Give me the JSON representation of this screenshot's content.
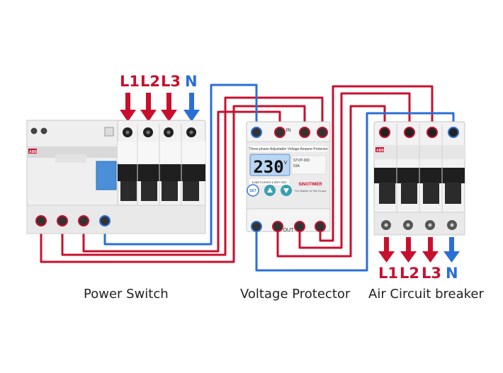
{
  "colors": {
    "line": "#c8102e",
    "neutral": "#2a6fd6",
    "device": "#f2f2f2",
    "outline": "#bdbdbd",
    "display": "#b9d6f2"
  },
  "input_labels": {
    "l1": "L1",
    "l2": "L2",
    "l3": "L3",
    "n": "N"
  },
  "output_labels": {
    "l1": "L1",
    "l2": "L2",
    "l3": "L3",
    "n": "N"
  },
  "devices": {
    "power_switch": {
      "caption": "Power  Switch",
      "brand": "ABB"
    },
    "voltage_protector": {
      "caption": "Voltage Protector",
      "header": "Three-phase Adjustable Voltage Ampere Protector",
      "brand": "SINOTIMER",
      "reading": "230",
      "unit": "V",
      "model": "STVP-930",
      "rating": "63A",
      "in_label": "IN",
      "out_label": "OUT",
      "set_label": "SET",
      "footer": "The Master of Volt Guard",
      "status": "Load  Current  1-40A  ADJ"
    },
    "air_circuit_breaker": {
      "caption": "Air Circuit breaker",
      "brand": "ABB"
    }
  }
}
